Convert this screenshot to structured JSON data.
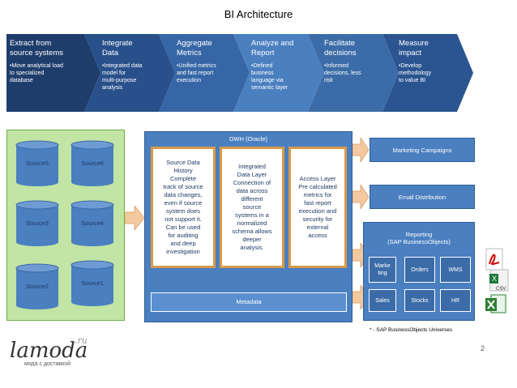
{
  "title": "BI Architecture",
  "stages": [
    {
      "title": [
        "Extract from",
        "source systems"
      ],
      "bullet": [
        "•Move analytical load",
        "to specialized",
        "database"
      ]
    },
    {
      "title": [
        "Integrate",
        "Data"
      ],
      "bullet": [
        "•Integrated data",
        "model for",
        "multi-purpose",
        "analysis"
      ]
    },
    {
      "title": [
        "Aggregate",
        "Metrics"
      ],
      "bullet": [
        "•Unified metrics",
        "and fast report",
        "execution"
      ]
    },
    {
      "title": [
        "Analyze and",
        "Report"
      ],
      "bullet": [
        "•Defined",
        "business",
        "language via",
        "semantic layer"
      ]
    },
    {
      "title": [
        "Facilitate",
        "decisions"
      ],
      "bullet": [
        "•Informed",
        "decisions, less",
        "risk"
      ]
    },
    {
      "title": [
        "Measure",
        "impact"
      ],
      "bullet": [
        "•Develop",
        "methodology",
        "to value BI"
      ]
    }
  ],
  "sources": {
    "source5": "Source5",
    "source6": "Source6",
    "source3": "Source3",
    "source4": "Source4",
    "source2": "Source2",
    "source1": "Source1"
  },
  "dwh": {
    "label": "DWH (Oracle)",
    "history": "Source Data\nHistory\nComplete\ntrack of source\ndata changes,\neven if source\nsystem does\nnot support it.\nCan be used\nfor auditing\nand deep\ninvestigation",
    "integrated": "Integrated\nData Layer\nConnection of\ndata across\ndifferent\nsource\nsystems in a\nnormalized\nschema allows\ndeeper\nanalysis.",
    "access": "Access Layer\nPre calculated\nmetrics for\nfast report\nexecution and\nsecurity for\nexternal\naccess",
    "metadata": "Metadata"
  },
  "outputs": {
    "marketing": "Marketing Campaigns",
    "email": "Email Distribution",
    "reporting_title": "Reporting",
    "reporting_sub": "(SAP BusinessObjects)",
    "modules": [
      "Marke\nting",
      "Orders",
      "WMS",
      "Sales",
      "Stocks",
      "HR"
    ]
  },
  "file_icons": {
    "csv_label": "CSV",
    "excel_letter": "X"
  },
  "note": "* - SAP BusinessObjects Universes",
  "page_number": "2",
  "logo": {
    "main": "lamoda",
    "sup": ".ru",
    "tagline": "мода с доставкой"
  },
  "colors": {
    "chevrons": [
      "#1f3d6b",
      "#28508a",
      "#3766a6",
      "#4a7fc0",
      "#3c6ca8",
      "#2a5590"
    ],
    "green": "#c2e4a4",
    "orange_border": "#d89a4a",
    "blue": "#4a7fc0",
    "arrow": "#f4c9a0"
  },
  "icons": [
    "pdf-icon",
    "csv-icon",
    "excel-icon"
  ]
}
